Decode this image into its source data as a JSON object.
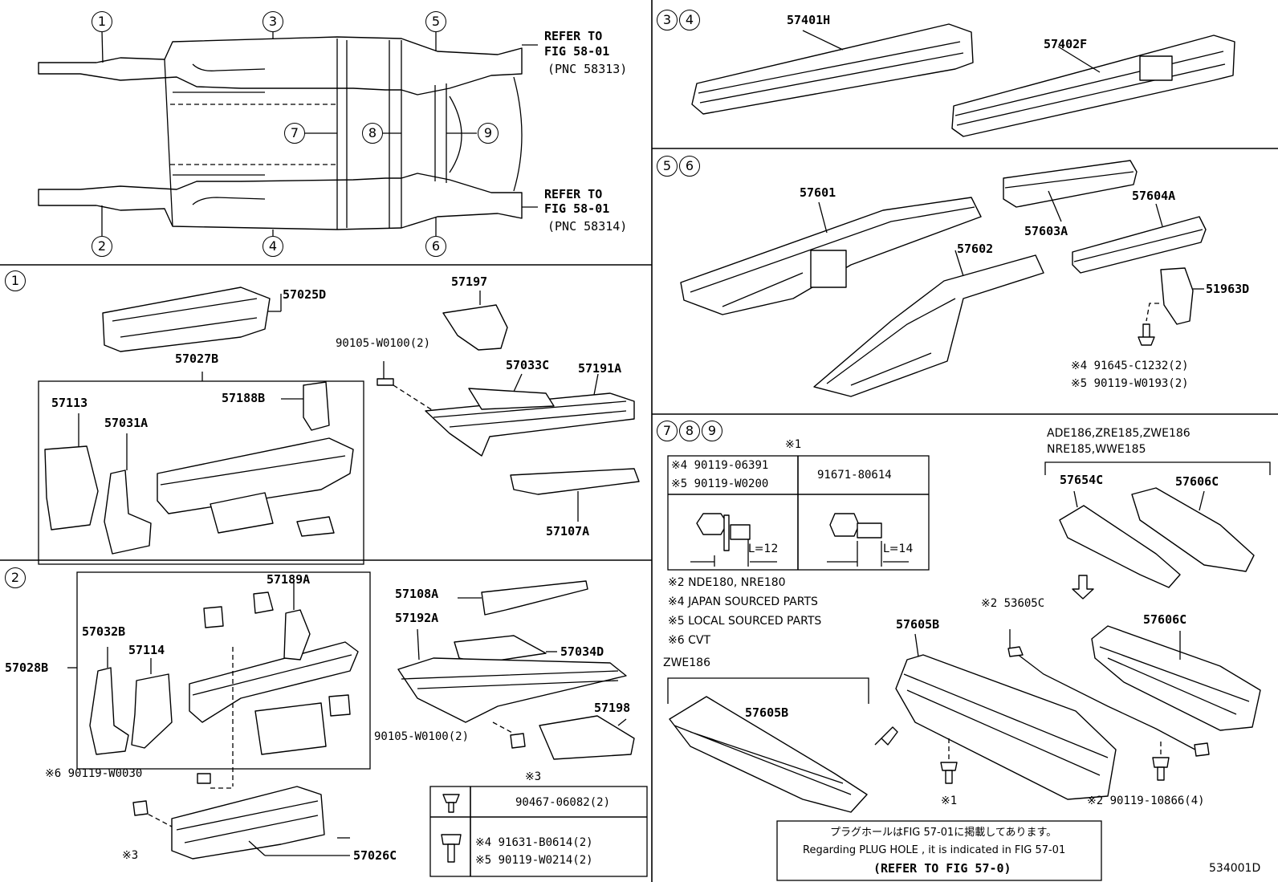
{
  "refs": {
    "refer_to": "REFER TO",
    "fig_top": "FIG 58-01",
    "pnc_top": "(PNC 58313)",
    "fig_bottom": "FIG 58-01",
    "pnc_bottom": "(PNC 58314)"
  },
  "callouts": {
    "c1": "1",
    "c2": "2",
    "c3": "3",
    "c4": "4",
    "c5": "5",
    "c6": "6",
    "c7": "7",
    "c8": "8",
    "c9": "9"
  },
  "sec34": {
    "c3": "3",
    "c4": "4",
    "p1": "57401H",
    "p2": "57402F"
  },
  "sec56": {
    "c5": "5",
    "c6": "6",
    "p1": "57601",
    "p2": "57602",
    "p3": "57603A",
    "p4": "57604A",
    "p5": "51963D",
    "note4": "※4 91645-C1232(2)",
    "note5": "※5 90119-W0193(2)"
  },
  "sec1": {
    "c1": "1",
    "p1": "57025D",
    "p2": "57197",
    "p3": "90105-W0100(2)",
    "p4": "57027B",
    "p5": "57033C",
    "p6": "57191A",
    "p7": "57113",
    "p8": "57188B",
    "p9": "57031A",
    "p10": "57107A"
  },
  "sec2": {
    "c2": "2",
    "p1": "57189A",
    "p2": "57108A",
    "p3": "57192A",
    "p4": "57032B",
    "p5": "57114",
    "p6": "57028B",
    "p7": "57034D",
    "p8": "57198",
    "p9": "90105-W0100(2)",
    "p10": "※6 90119-W0030",
    "p11": "57026C",
    "p12": "※3",
    "table_mark": "※3",
    "t1": "90467-06082(2)",
    "t2": "※4 91631-B0614(2)",
    "t3": "※5 90119-W0214(2)"
  },
  "sec789": {
    "c7": "7",
    "c8": "8",
    "c9": "9",
    "mark1": "※1",
    "b1": "※4 90119-06391",
    "b2": "※5 90119-W0200",
    "b3": "91671-80614",
    "l1": "L=12",
    "l2": "L=14",
    "n1": "※2  NDE180, NRE180",
    "n2": "※4 JAPAN SOURCED PARTS",
    "n3": "※5 LOCAL SOURCED PARTS",
    "n4": "※6 CVT",
    "zwe": "ZWE186",
    "models1": "ADE186,ZRE185,ZWE186",
    "models2": "NRE185,WWE185",
    "p1": "57654C",
    "p2": "57606C",
    "p3": "57606C",
    "p4": "57605B",
    "p5": "※2 53605C",
    "p6": "57605B",
    "p7": "※1",
    "p8": "※2 90119-10866(4)",
    "jp": "プラグホールはFIG 57-01に掲載してあります。",
    "en": "Regarding  PLUG  HOLE , it is indicated in  FIG  57-01",
    "ref": "(REFER TO FIG 57-0)",
    "code": "534001D"
  }
}
